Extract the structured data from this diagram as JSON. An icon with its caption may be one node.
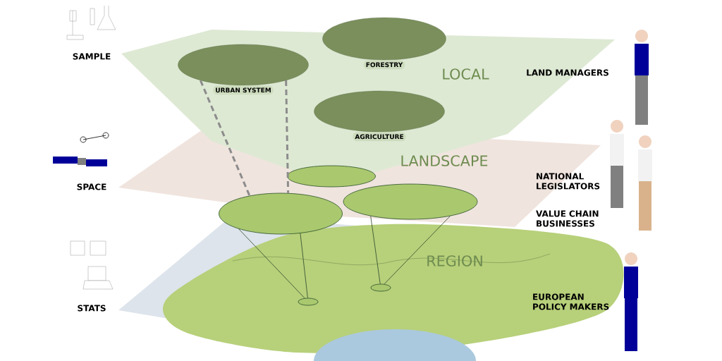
{
  "diagram": {
    "nodes": [
      {
        "text": [
          "URBAN SYSTEM"
        ]
      },
      {
        "text": [
          "FORESTRY"
        ]
      },
      {
        "text": [
          "AGRICULTURE"
        ]
      },
      {
        "text": [],
        "shape": "ellipse"
      },
      {
        "text": [],
        "shape": "ellipse"
      },
      {
        "text": [],
        "shape": "ellipse"
      },
      {
        "text": [],
        "shape": "ellipse"
      },
      {
        "text": [],
        "shape": "ellipse"
      }
    ],
    "edges": [
      {
        "from": 0,
        "to": 4,
        "arrow": "none",
        "style": "dashed",
        "color": "#8c8c8c"
      },
      {
        "from": 0,
        "to": 4,
        "arrow": "none",
        "style": "dashed",
        "color": "#8c8c8c"
      },
      {
        "from": 4,
        "to": 6,
        "arrow": "none"
      },
      {
        "from": 4,
        "to": 6,
        "arrow": "none"
      },
      {
        "from": 5,
        "to": 7,
        "arrow": "none"
      },
      {
        "from": 5,
        "to": 7,
        "arrow": "none"
      }
    ],
    "labels": [
      "SAMPLE",
      "LOCAL",
      "LAND MANAGERS",
      "LANDSCAPE",
      "SPACE",
      "NATIONAL LEGISLATORS",
      "VALUE CHAIN BUSINESSES",
      "REGION",
      "STATS",
      "EUROPEAN POLICY MAKERS"
    ]
  }
}
